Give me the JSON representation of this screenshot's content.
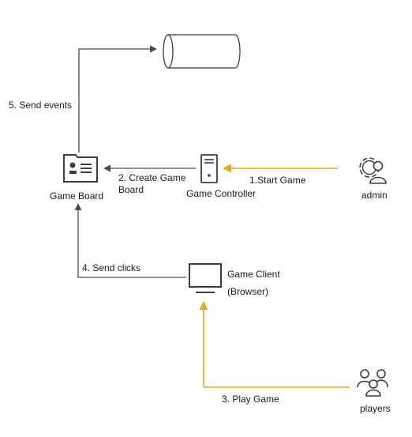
{
  "nodes": {
    "database": {
      "label": ""
    },
    "game_board": {
      "label": "Game Board"
    },
    "game_controller": {
      "label": "Game Controller"
    },
    "admin": {
      "label": "admin"
    },
    "game_client": {
      "label_line1": "Game Client",
      "label_line2": "(Browser)"
    },
    "players": {
      "label": "players"
    }
  },
  "edges": {
    "send_events": {
      "label": "5. Send events"
    },
    "create_board": {
      "label_line1": "2. Create Game",
      "label_line2": "Board"
    },
    "start_game": {
      "label": "1.Start Game"
    },
    "send_clicks": {
      "label": "4. Send clicks"
    },
    "play_game": {
      "label": "3. Play Game"
    }
  },
  "colors": {
    "line_dark": "#4a4a4a",
    "line_gold": "#e6a817",
    "icon": "#3c3c3c"
  }
}
